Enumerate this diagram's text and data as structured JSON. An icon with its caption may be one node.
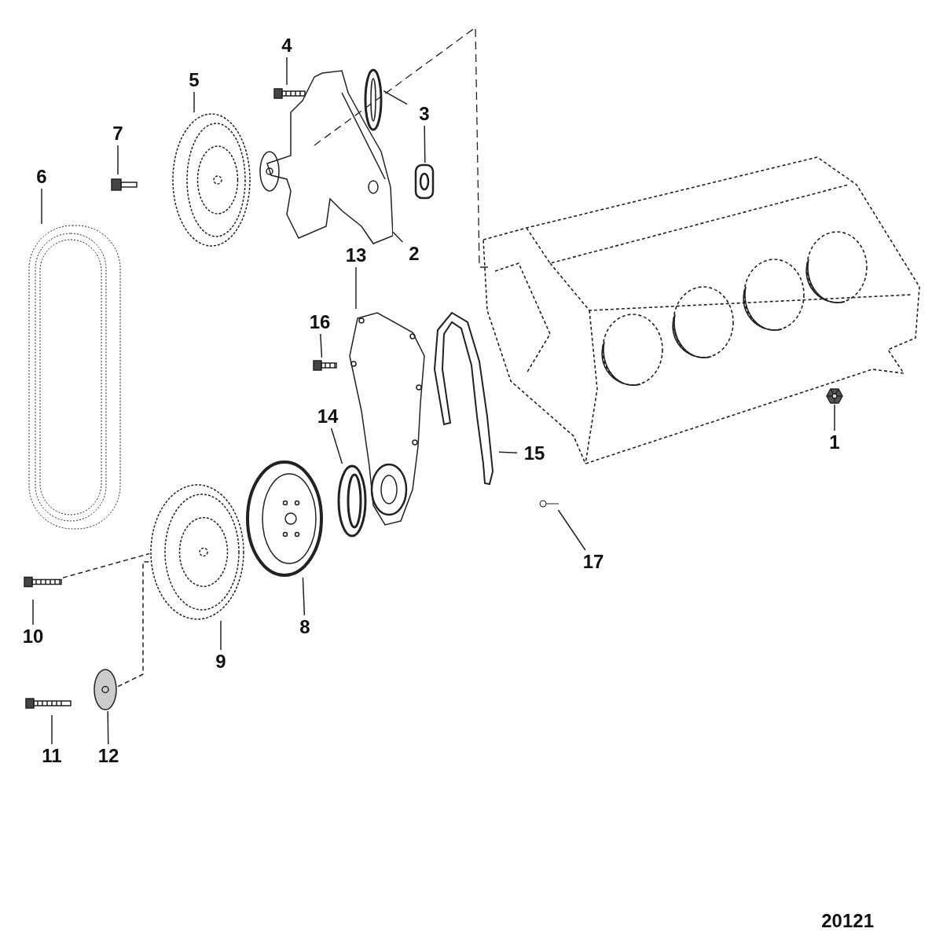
{
  "diagram": {
    "nodes": [
      {
        "text": [
          "4"
        ]
      },
      {
        "text": [
          "5"
        ]
      },
      {
        "text": [
          "3"
        ]
      },
      {
        "text": [
          "7"
        ]
      },
      {
        "text": [
          "6"
        ]
      },
      {
        "text": [
          "2"
        ]
      },
      {
        "text": [
          "13"
        ]
      },
      {
        "text": [
          "16"
        ]
      },
      {
        "text": [
          "14"
        ]
      },
      {
        "text": [
          "15"
        ]
      },
      {
        "text": [
          "1"
        ]
      },
      {
        "text": [
          "17"
        ]
      },
      {
        "text": [
          "10"
        ]
      },
      {
        "text": [
          "8"
        ]
      },
      {
        "text": [
          "9"
        ]
      },
      {
        "text": [
          "11"
        ]
      },
      {
        "text": [
          "12"
        ]
      },
      {
        "text": [],
        "shape": "picture"
      },
      {
        "text": [],
        "shape": "picture"
      },
      {
        "text": [],
        "shape": "picture"
      },
      {
        "text": [],
        "shape": "picture"
      },
      {
        "text": [],
        "shape": "picture"
      },
      {
        "text": [],
        "shape": "picture"
      },
      {
        "text": [],
        "shape": "picture"
      },
      {
        "text": [],
        "shape": "picture"
      },
      {
        "text": [],
        "shape": "picture"
      },
      {
        "text": [],
        "shape": "picture"
      },
      {
        "text": [],
        "shape": "picture"
      },
      {
        "text": [],
        "shape": "picture"
      },
      {
        "text": [],
        "shape": "picture"
      },
      {
        "text": [],
        "shape": "picture"
      },
      {
        "text": [],
        "shape": "picture"
      },
      {
        "text": [],
        "shape": "picture"
      },
      {
        "text": [],
        "shape": "picture"
      },
      {
        "text": [],
        "shape": "picture"
      }
    ],
    "edges": [
      {
        "from": 0,
        "to": 17,
        "arrow": "none"
      },
      {
        "from": 1,
        "to": 18,
        "arrow": "none"
      },
      {
        "from": 2,
        "to": 19,
        "arrow": "none"
      },
      {
        "from": 2,
        "to": 20,
        "arrow": "none"
      },
      {
        "from": 3,
        "to": 21,
        "arrow": "none"
      },
      {
        "from": 4,
        "to": 22,
        "arrow": "none"
      },
      {
        "from": 5,
        "to": 23,
        "arrow": "none"
      },
      {
        "from": 6,
        "to": 24,
        "arrow": "none"
      },
      {
        "from": 7,
        "to": 25,
        "arrow": "none"
      },
      {
        "from": 8,
        "to": 26,
        "arrow": "none"
      },
      {
        "from": 9,
        "to": 27,
        "arrow": "none"
      },
      {
        "from": 10,
        "to": 28,
        "arrow": "none"
      },
      {
        "from": 11,
        "to": 29,
        "arrow": "none"
      },
      {
        "from": 12,
        "to": 30,
        "arrow": "none"
      },
      {
        "from": 13,
        "to": 31,
        "arrow": "none"
      },
      {
        "from": 14,
        "to": 32,
        "arrow": "none"
      },
      {
        "from": 15,
        "to": 33,
        "arrow": "none"
      },
      {
        "from": 16,
        "to": 34,
        "arrow": "none"
      },
      {
        "from": 30,
        "to": 32,
        "arrow": "none",
        "style": "dashed"
      },
      {
        "from": 34,
        "to": 32,
        "arrow": "none",
        "style": "dashed"
      }
    ],
    "labels": [
      "20121"
    ]
  }
}
